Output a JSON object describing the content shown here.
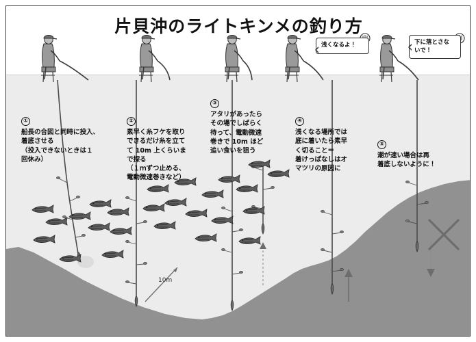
{
  "title": "片貝沖のライトキンメの釣り方",
  "surface_label": "",
  "bubbles": [
    {
      "id": "bubble-shallow",
      "text": "浅くなるよ！"
    },
    {
      "id": "bubble-dont-drop",
      "text": "下に落とさな\nいで！"
    }
  ],
  "steps": [
    {
      "num": "①",
      "text": "船長の合図と同時に投入、\n着底させる\n（投入できないときは１\n回休み）"
    },
    {
      "num": "②",
      "text": "素早く糸フケを取り\nできるだけ糸を立て\nて 10m 上くらいま\nで探る\n（１ｍずつ止める、\n電動微速巻きなど）"
    },
    {
      "num": "③",
      "text": "アタリがあったら\nその場でしばらく\n待って、電動微速\n巻きで 10m ほど\n追い食いを狙う"
    },
    {
      "num": "④",
      "text": "浅くなる場所では\n底に着いたら素早\nく切ること＝\n着けっぱなしはオ\nマツリの原因に"
    },
    {
      "num": "⑤",
      "text": "潮が速い場合は再\n着底しないように！"
    }
  ],
  "annotations": {
    "depth_10m": "10m"
  },
  "icons": {
    "angler": "angler-icon",
    "fish": "fish-icon",
    "rig": "fishing-rig-icon",
    "sinker": "sinker-icon",
    "up_arrow": "up-arrow-icon",
    "down_arrow": "down-arrow-icon",
    "cross_mark": "cross-mark-icon",
    "seabed": "seabed-icon"
  },
  "colors": {
    "water": "#ececec",
    "seabed": "#919191",
    "line": "#4a4a4a",
    "ink": "#111111",
    "frame": "#3a3a3a"
  }
}
